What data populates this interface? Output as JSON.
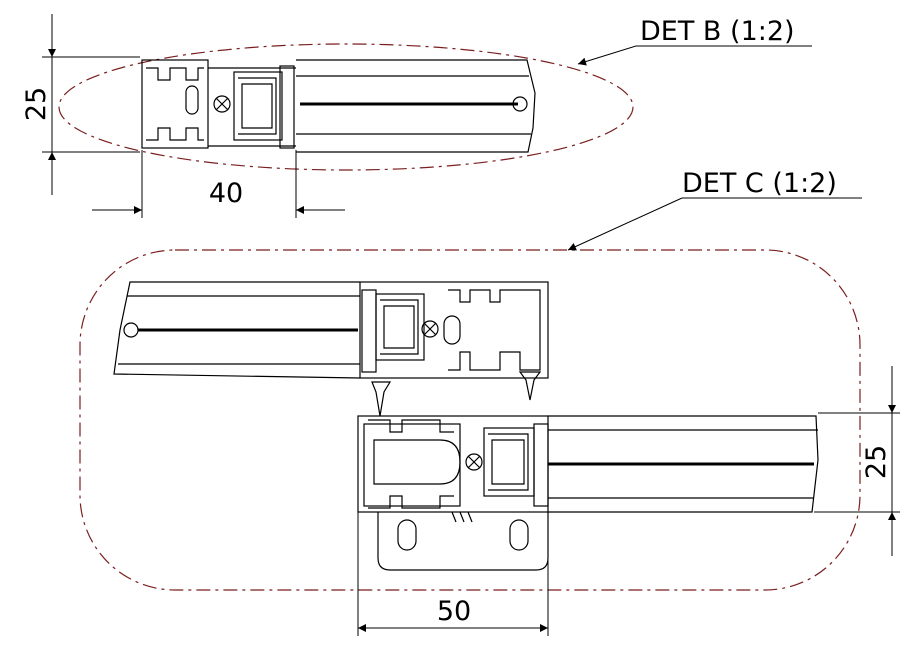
{
  "labels": {
    "det_b": "DET B (1:2)",
    "det_c": "DET C (1:2)"
  },
  "dimensions": {
    "b_height": "25",
    "b_width": "40",
    "c_height": "25",
    "c_width": "50"
  },
  "colors": {
    "line": "#000000",
    "detail_outline": "#7a1f1f",
    "background": "#ffffff"
  }
}
